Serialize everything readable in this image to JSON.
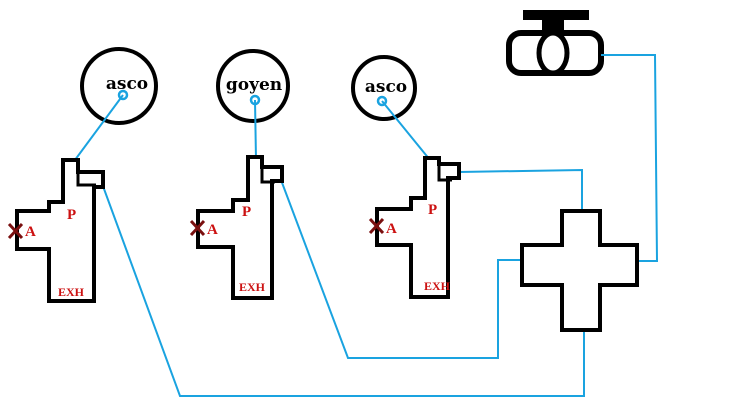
{
  "colors": {
    "outline": "#000000",
    "tube": "#1aa3e0",
    "port_label": "#cc1111",
    "blocked_mark": "#7a1010",
    "background": "#ffffff"
  },
  "gauges": [
    {
      "label": "asco"
    },
    {
      "label": "goyen"
    },
    {
      "label": "asco"
    }
  ],
  "valves": [
    {
      "port_p": "P",
      "port_a": "A",
      "port_exh": "EXH",
      "port_a_blocked": true
    },
    {
      "port_p": "P",
      "port_a": "A",
      "port_exh": "EXH",
      "port_a_blocked": true
    },
    {
      "port_p": "P",
      "port_a": "A",
      "port_exh": "EXH",
      "port_a_blocked": true
    }
  ],
  "icons": {
    "actuator": "cylinder-actuator-icon",
    "manifold": "cross-junction-icon",
    "blocked": "x-mark-icon"
  }
}
